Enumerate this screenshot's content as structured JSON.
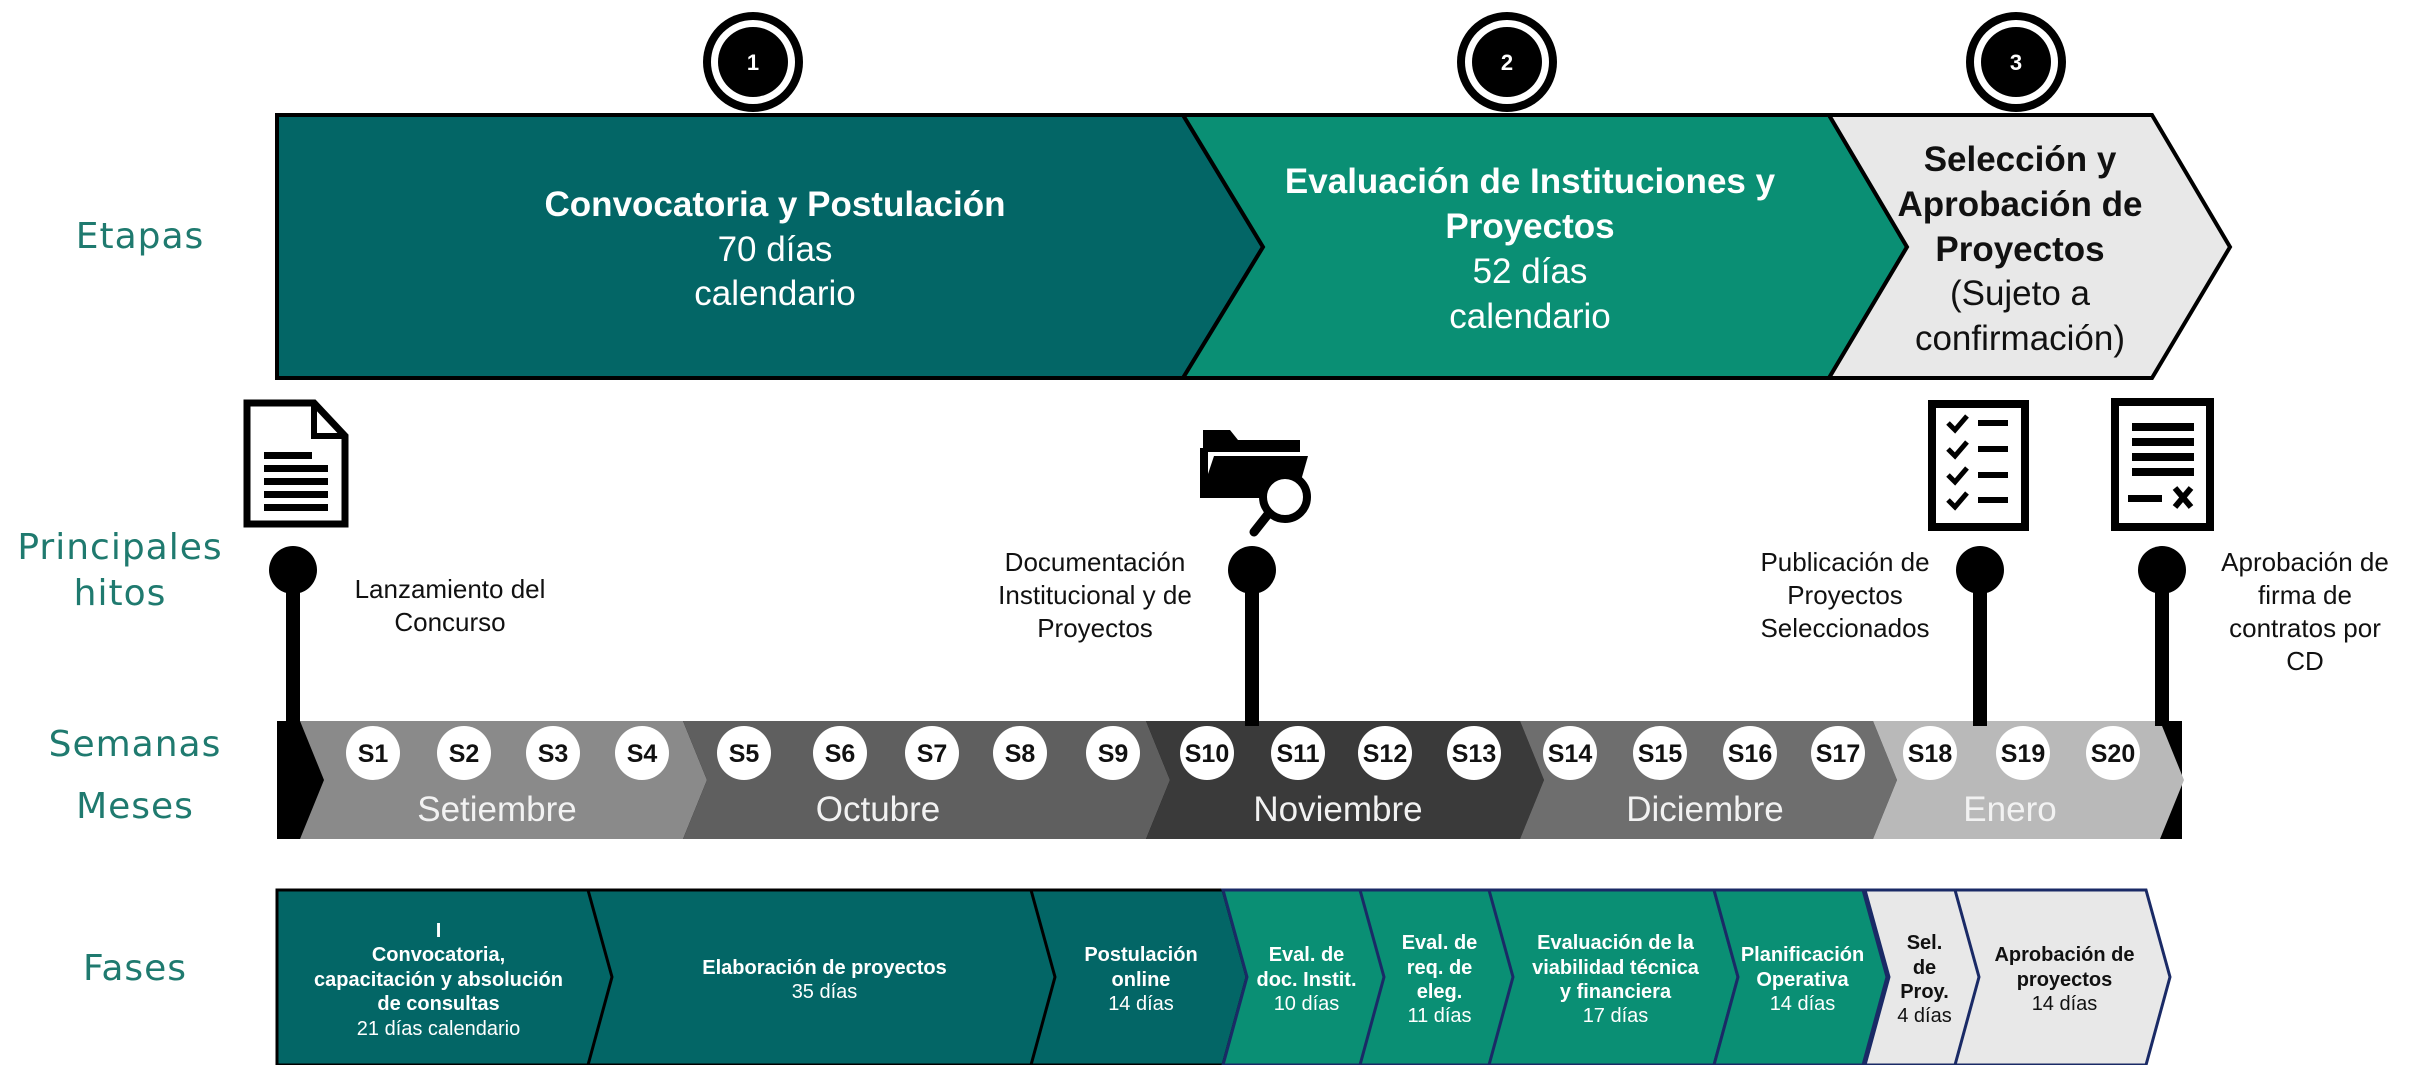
{
  "row_labels": {
    "etapas": "Etapas",
    "hitos": "Principales\nhitos",
    "semanas": "Semanas",
    "meses": "Meses",
    "fases": "Fases"
  },
  "stage_numbers": [
    "1",
    "2",
    "3"
  ],
  "stages": [
    {
      "title": "Convocatoria y Postulación",
      "detail": "70 días\ncalendario",
      "color": "#036666"
    },
    {
      "title": "Evaluación de Instituciones y\nProyectos",
      "detail": "52 días\ncalendario",
      "color": "#0a8f74"
    },
    {
      "title": "Selección y\nAprobación de\nProyectos",
      "detail": "(Sujeto a\nconfirmación)",
      "color": "#e8e8e8"
    }
  ],
  "milestones": [
    {
      "label": "Lanzamiento del\nConcurso",
      "icon": "document-icon"
    },
    {
      "label": "Documentación\nInstitucional y de\nProyectos",
      "icon": "folder-search-icon"
    },
    {
      "label": "Publicación de\nProyectos\nSeleccionados",
      "icon": "checklist-icon"
    },
    {
      "label": "Aprobación de\nfirma de\ncontratos por\nCD",
      "icon": "contract-icon"
    }
  ],
  "weeks": [
    "S1",
    "S2",
    "S3",
    "S4",
    "S5",
    "S6",
    "S7",
    "S8",
    "S9",
    "S10",
    "S11",
    "S12",
    "S13",
    "S14",
    "S15",
    "S16",
    "S17",
    "S18",
    "S19",
    "S20"
  ],
  "months": [
    {
      "name": "Setiembre",
      "color": "#8a8a8a"
    },
    {
      "name": "Octubre",
      "color": "#5f5f5f"
    },
    {
      "name": "Noviembre",
      "color": "#3a3a3a"
    },
    {
      "name": "Diciembre",
      "color": "#6e6e6e"
    },
    {
      "name": "Enero",
      "color": "#b9b9b9"
    }
  ],
  "phases": [
    {
      "title": "I\nConvocatoria,\ncapacitación y absolución\nde consultas",
      "detail": "21 días calendario",
      "color": "#036666"
    },
    {
      "title": "Elaboración de proyectos",
      "detail": "35 días",
      "color": "#036666"
    },
    {
      "title": "Postulación\nonline",
      "detail": "14 días",
      "color": "#036666"
    },
    {
      "title": "Eval. de\ndoc. Instit.",
      "detail": "10 días",
      "color": "#0a8f74"
    },
    {
      "title": "Eval. de\nreq. de\neleg.",
      "detail": "11 días",
      "color": "#0a8f74"
    },
    {
      "title": "Evaluación de la\nviabilidad técnica\ny financiera",
      "detail": "17 días",
      "color": "#0a8f74"
    },
    {
      "title": "Planificación\nOperativa",
      "detail": "14 días",
      "color": "#0a8f74"
    },
    {
      "title": "Sel.\nde\nProy.",
      "detail": "4 días",
      "color": "#e8e8e8"
    },
    {
      "title": "Aprobación de\nproyectos",
      "detail": "14 días",
      "color": "#e8e8e8"
    }
  ]
}
